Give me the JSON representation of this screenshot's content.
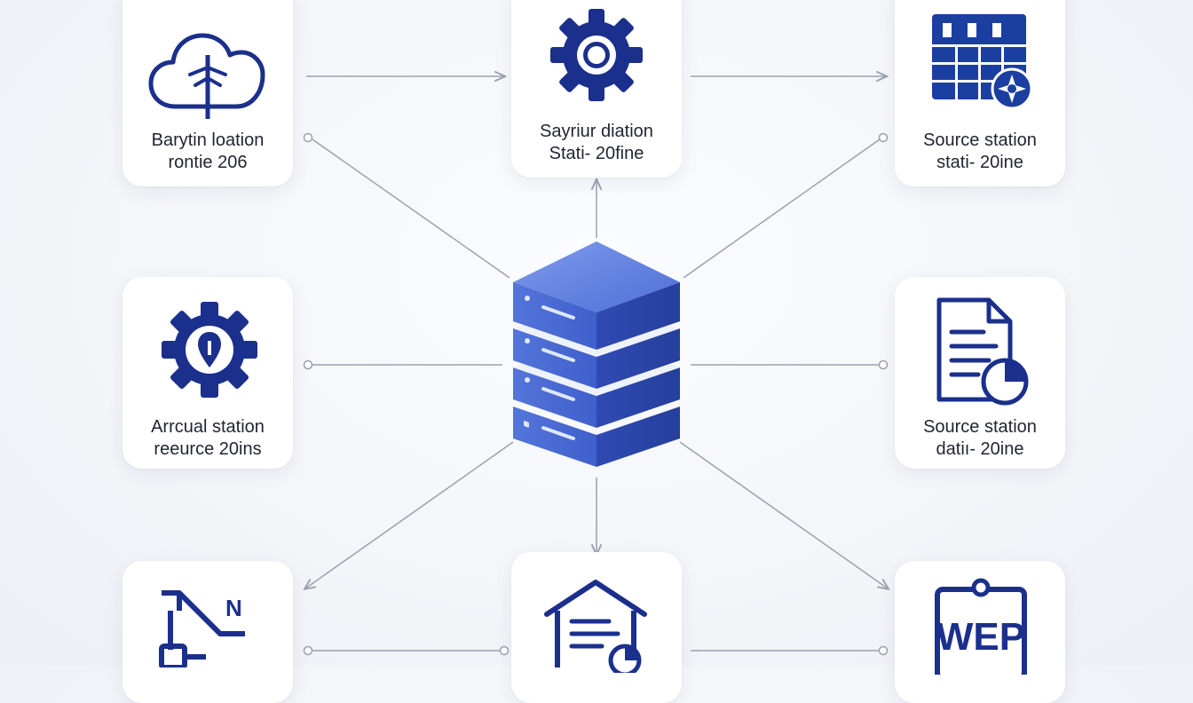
{
  "nodes": {
    "top_left": {
      "line1": "Barytin loation",
      "line2": "rontie 206",
      "icon": "cloud-icon"
    },
    "top_center": {
      "line1": "Sayriur diation",
      "line2": "Stati- 20fine",
      "icon": "gear-icon"
    },
    "top_right": {
      "line1": "Source station",
      "line2": "stati- 20ine",
      "icon": "calendar-grid-icon"
    },
    "middle_left": {
      "line1": "Arrcual station",
      "line2": "reeurce 20ins",
      "icon": "gear-pin-icon"
    },
    "middle_right": {
      "line1": "Source station",
      "line2": "datiı- 20ine",
      "icon": "document-chart-icon"
    },
    "bottom_left": {
      "icon": "network-node-icon",
      "mark": "N"
    },
    "bottom_center": {
      "icon": "warehouse-icon"
    },
    "bottom_right": {
      "icon": "clipboard-icon",
      "mark": "WEP"
    },
    "center": {
      "icon": "server-stack-icon"
    }
  },
  "colors": {
    "icon_navy": "#1b2f8c",
    "server_blue": "#3e5ccf",
    "server_dark": "#2a43a8",
    "server_light": "#6f8ee6",
    "connector": "#9aa1b0",
    "card_bg": "#ffffff"
  }
}
